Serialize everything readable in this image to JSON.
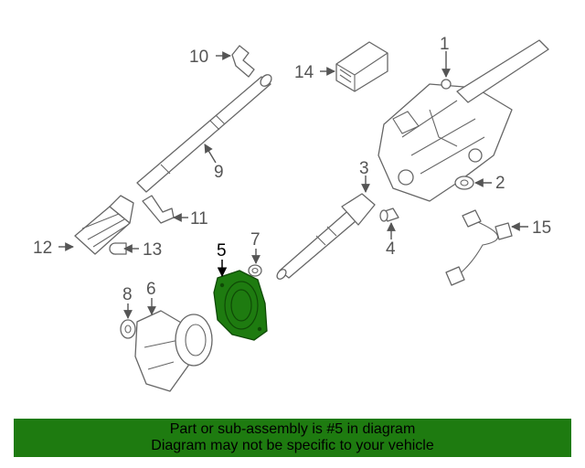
{
  "diagram": {
    "highlight_color": "#1e7b10",
    "callouts": {
      "c1": "1",
      "c2": "2",
      "c3": "3",
      "c4": "4",
      "c5": "5",
      "c6": "6",
      "c7": "7",
      "c8": "8",
      "c9": "9",
      "c10": "10",
      "c11": "11",
      "c12": "12",
      "c13": "13",
      "c14": "14",
      "c15": "15"
    },
    "highlighted_part": "5"
  },
  "banner": {
    "background": "#1e7b10",
    "line1": "Part or sub-assembly is #5 in diagram",
    "line2": "Diagram may not be specific to your vehicle"
  }
}
